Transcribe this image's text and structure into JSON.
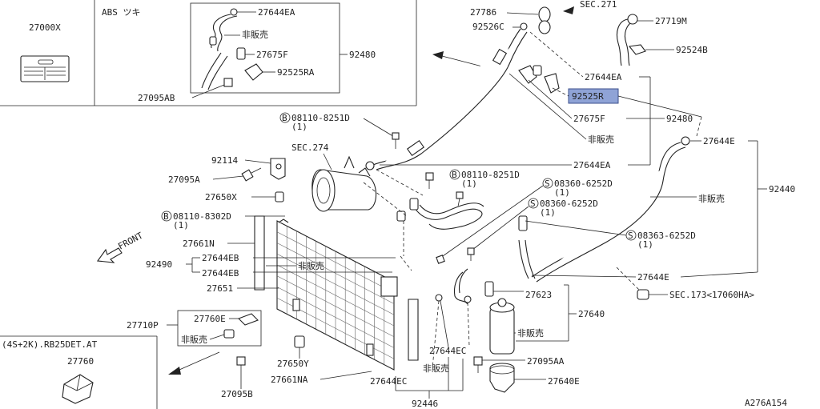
{
  "diagram_code": "A276A154",
  "labels": {
    "l27000x": "27000X",
    "abs_note": "ABS ツキ",
    "l27644ea_top": "27644EA",
    "hanbai_top": "非販売",
    "l27675f_top": "27675F",
    "l92480_top": "92480",
    "l92525ra": "92525RA",
    "l27095ab": "27095AB",
    "l27786": "27786",
    "sec271": "SEC.271",
    "l27719m": "27719M",
    "l92526c": "92526C",
    "l92524b": "92524B",
    "l27644ea_mid": "27644EA",
    "l92525r": "92525R",
    "l27675f_mid": "27675F",
    "l92480_mid": "92480",
    "hanbai_mid": "非販売",
    "l27644ea_low": "27644EA",
    "b08110_8251d_a": "08110-8251D",
    "b08110_8251d_a_qty": "(1)",
    "sec274": "SEC.274",
    "l92114": "92114",
    "l27095a": "27095A",
    "l27650x": "27650X",
    "b08110_8302d": "08110-8302D",
    "b08110_8302d_qty": "(1)",
    "b08110_8251d_b": "08110-8251D",
    "b08110_8251d_b_qty": "(1)",
    "s08360_6252d_a": "08360-6252D",
    "s08360_6252d_a_qty": "(1)",
    "s08360_6252d_b": "08360-6252D",
    "s08360_6252d_b_qty": "(1)",
    "l27644e_top": "27644E",
    "hanbai_right": "非販売",
    "l92440": "92440",
    "s08363_6252d": "08363-6252D",
    "s08363_6252d_qty": "(1)",
    "front": "FRONT",
    "l27661n": "27661N",
    "l27644eb_a": "27644EB",
    "l92490": "92490",
    "hanbai_cond": "非販売",
    "l27644eb_b": "27644EB",
    "l27651": "27651",
    "l27644e_low": "27644E",
    "sec173": "SEC.173<17060HA>",
    "l27623": "27623",
    "l27640": "27640",
    "hanbai_rd": "非販売",
    "l27710p": "27710P",
    "l27760e": "27760E",
    "hanbai_sw": "非販売",
    "l27650y": "27650Y",
    "l27644ec_a": "27644EC",
    "l27095aa": "27095AA",
    "hanbai_low": "非販売",
    "l27661na": "27661NA",
    "l27644ec_b": "27644EC",
    "l27640e": "27640E",
    "l27095b": "27095B",
    "l92446": "92446",
    "variant_note": "(4S+2K).RB25DET.AT",
    "l27760": "27760",
    "bolt_b": "B",
    "screw_s": "S"
  }
}
